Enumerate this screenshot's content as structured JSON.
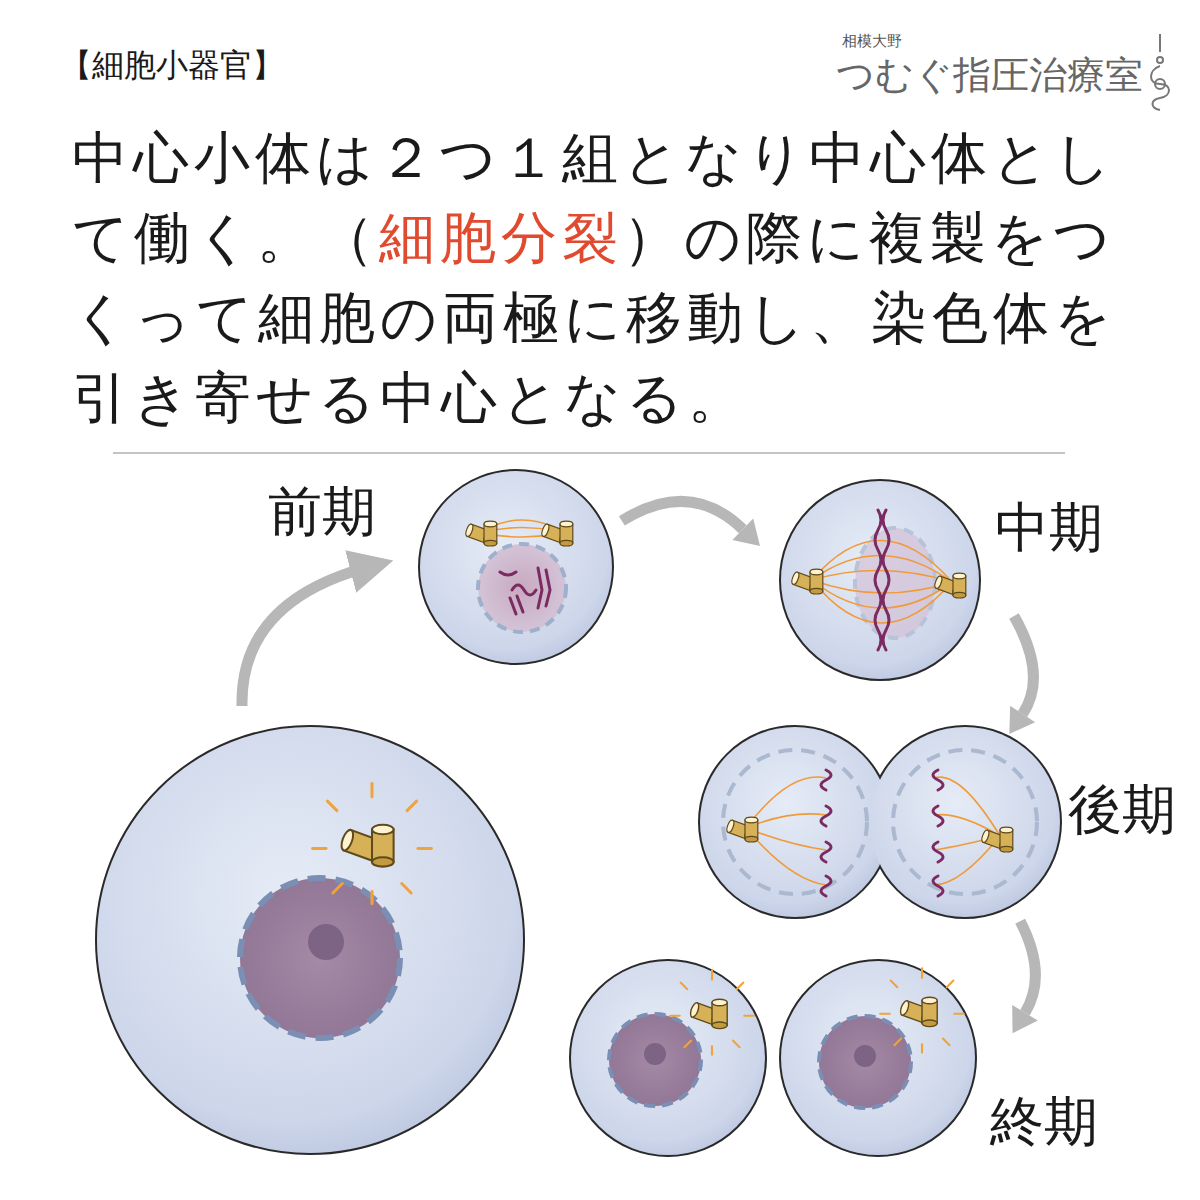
{
  "diagram": {
    "title": "中心小体は２つ１組となり中心体として働く。（細胞分裂）の際に複製をつくって細胞の両極に移動し、染色体を引き寄せる中心となる。",
    "nodes": [
      {
        "text": [
          "前期"
        ]
      },
      {
        "text": [
          "中期"
        ]
      },
      {
        "text": [
          "後期"
        ]
      },
      {
        "text": [
          "終期"
        ]
      }
    ],
    "edges": [
      {
        "from": 0,
        "to": 1,
        "arrow": "to"
      },
      {
        "from": 1,
        "to": 2,
        "arrow": "to"
      },
      {
        "from": 2,
        "to": 3,
        "arrow": "to"
      }
    ],
    "labels": [
      "【細胞小器官】",
      "相模大野",
      "つむぐ指圧治療室"
    ]
  }
}
